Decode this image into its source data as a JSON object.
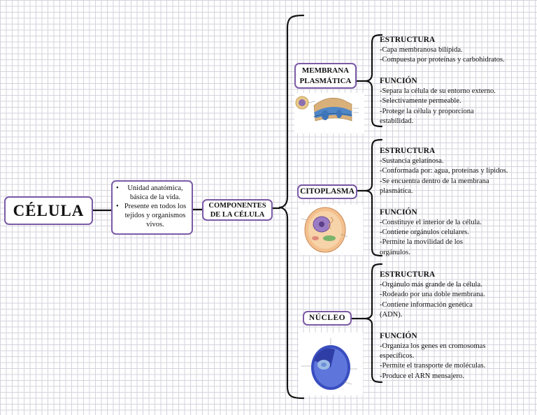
{
  "title": "CÉLULA",
  "definition": {
    "items": [
      "Unidad anatómica, básica de la vida.",
      "Presente en todos los tejidos y organismos  vivos."
    ]
  },
  "components_label": "COMPONENTES DE LA CÉLULA",
  "components": [
    {
      "name": "MEMBRANA PLASMÁTICA",
      "image": "cell-membrane-illustration",
      "structure_heading": "ESTRUCTURA",
      "structure": [
        "-Capa membranosa bilípida.",
        "-Compuesta por proteínas y carbohidratos."
      ],
      "function_heading": "FUNCIÓN",
      "function": [
        "-Separa la célula de su entorno externo.",
        "-Selectivamente permeable.",
        "-Protege la célula y proporciona",
        "estabilidad."
      ]
    },
    {
      "name": "CITOPLASMA",
      "image": "cytoplasm-illustration",
      "structure_heading": "ESTRUCTURA",
      "structure": [
        "-Sustancia gelatinosa.",
        "-Conformada por: agua, proteínas y lípidos.",
        "-Se encuentra dentro de la membrana",
        "plasmática."
      ],
      "function_heading": "FUNCIÓN",
      "function": [
        "-Constituye el interior de la célula.",
        "-Contiene orgánulos celulares.",
        "-Permite la movilidad de los",
        "orgánulos."
      ]
    },
    {
      "name": "NÚCLEO",
      "image": "nucleus-illustration",
      "structure_heading": "ESTRUCTURA",
      "structure": [
        "-Orgánulo más grande de la célula.",
        "-Rodeado por una doble membrana.",
        "-Contiene información genética",
        "(ADN)."
      ],
      "function_heading": "FUNCIÓN",
      "function": [
        "-Organiza los genes en cromosomas",
        "específicos.",
        "-Permite el transporte de moléculas.",
        "-Produce el ARN mensajero."
      ]
    }
  ]
}
